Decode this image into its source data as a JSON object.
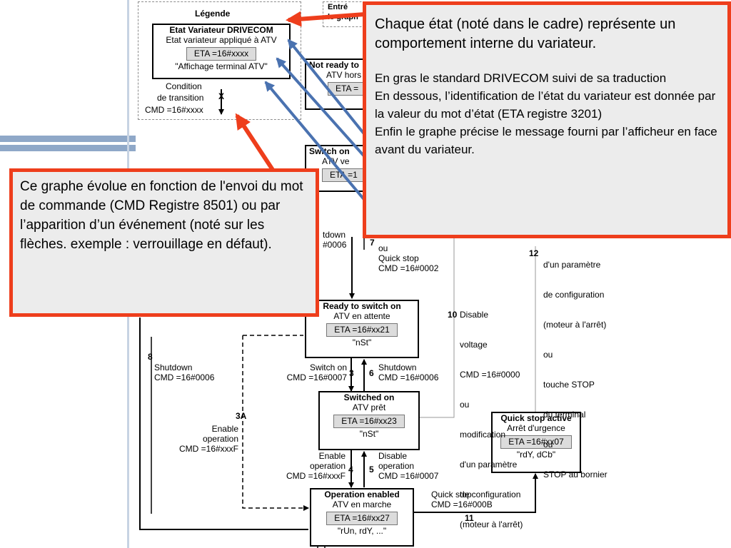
{
  "legend": {
    "title": "Légende",
    "state_title": "Etat Variateur DRIVECOM",
    "state_sub": "Etat variateur appliqué à ATV",
    "state_eta": "ETA =16#xxxx",
    "state_msg": "\"Affichage terminal ATV\"",
    "condition_line1": "Condition",
    "condition_line2": "de transition",
    "condition_x": "X",
    "condition_cmd": "CMD =16#xxxx"
  },
  "partial_top": {
    "line1": "Entré",
    "line2": "le graph"
  },
  "states": {
    "not_ready": {
      "title": "Not ready to",
      "sub": "ATV hors",
      "eta": "ETA ="
    },
    "switch_on_disabled": {
      "title": "Switch on",
      "sub": "ATV ve",
      "eta": "ETA =1"
    },
    "ready": {
      "title": "Ready to switch on",
      "sub": "ATV en attente",
      "eta": "ETA =16#xx21",
      "msg": "\"nSt\""
    },
    "switched_on": {
      "title": "Switched on",
      "sub": "ATV prêt",
      "eta": "ETA =16#xx23",
      "msg": "\"nSt\""
    },
    "operation_enabled": {
      "title": "Operation enabled",
      "sub": "ATV en marche",
      "eta": "ETA =16#xx27",
      "msg": "\"rUn, rdY, ...\""
    },
    "quick_stop": {
      "title": "Quick stop active",
      "sub": "Arrêt d'urgence",
      "eta": "ETA =16#xx07",
      "msg": "\"rdY, dCb\""
    }
  },
  "transitions": {
    "t6_top": {
      "line1": "tdown",
      "line2": "#0006"
    },
    "t7": {
      "num": "7",
      "line1": "ou",
      "line2": "Quick stop",
      "line3": "CMD =16#0002"
    },
    "t8": {
      "num": "8",
      "line1": "Shutdown",
      "line2": "CMD =16#0006"
    },
    "t3a": {
      "num": "3A",
      "line1": "Enable",
      "line2": "operation",
      "line3": "CMD =16#xxxF"
    },
    "t3": {
      "num": "3",
      "line1": "Switch on",
      "line2": "CMD =16#0007"
    },
    "t6": {
      "num": "6",
      "line1": "Shutdown",
      "line2": "CMD =16#0006"
    },
    "t4": {
      "num": "4",
      "line1": "Enable",
      "line2": "operation",
      "line3": "CMD =16#xxxF"
    },
    "t5": {
      "num": "5",
      "line1": "Disable",
      "line2": "operation",
      "line3": "CMD =16#0007"
    },
    "t10": {
      "num": "10",
      "lines": [
        "Disable",
        "voltage",
        "CMD =16#0000",
        "ou",
        "modification",
        "d'un paramètre",
        "de configuration",
        "(moteur à l'arrêt)"
      ]
    },
    "t11": {
      "num": "11",
      "line1": "Quick stop",
      "line2": "CMD =16#000B"
    },
    "t12": {
      "num": "12",
      "lines": [
        "d'un paramètre",
        "de configuration",
        "(moteur à l'arrêt)",
        "ou",
        "touche STOP",
        "du terminal",
        "ou",
        "STOP au bornier"
      ]
    }
  },
  "callouts": {
    "top_right": {
      "p1": "Chaque état (noté dans le cadre) représente un comportement interne du variateur.",
      "p2": "En gras le standard DRIVECOM suivi de sa traduction",
      "p3": "En dessous, l’identification de l’état du variateur est donnée par la valeur du mot d’état (ETA registre 3201)",
      "p4": "Enfin le graphe précise le message fourni par l’afficheur en face avant du variateur."
    },
    "left": {
      "text": "Ce graphe évolue en fonction de l'envoi du mot de commande (CMD Registre 8501) ou par l’apparition d’un événement (noté sur les flèches. exemple : verrouillage en défaut)."
    }
  },
  "colors": {
    "callout_border": "#ee3e1c",
    "callout_fill": "#ececec",
    "arrow_blue": "#4a72b0",
    "arrow_red": "#ee3e1c"
  }
}
